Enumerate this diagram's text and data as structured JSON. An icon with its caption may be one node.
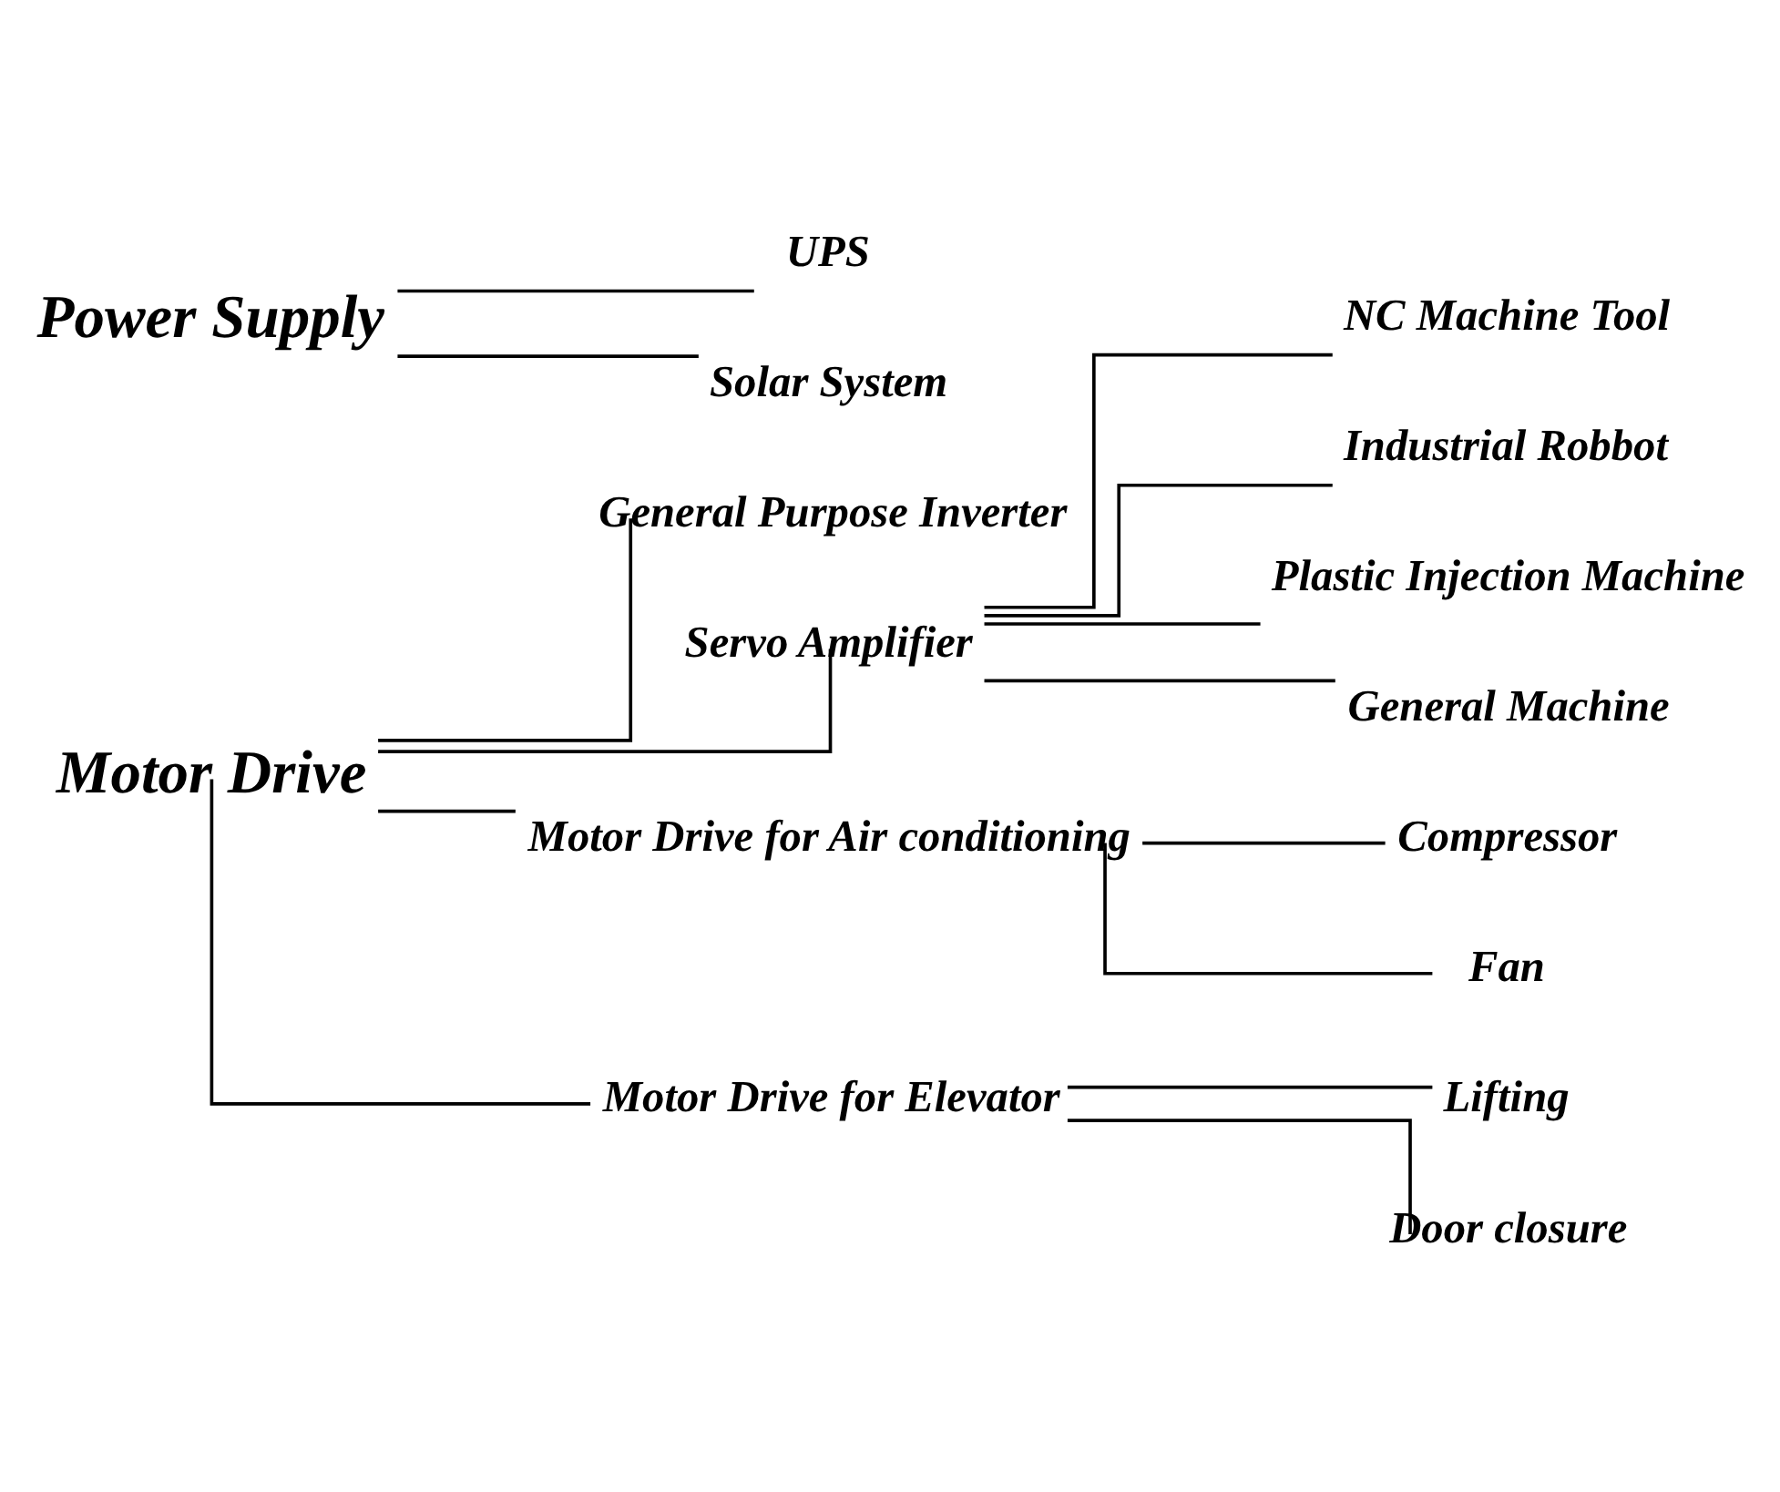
{
  "diagram": {
    "nodes": [
      {
        "text": [
          "Motor Drive"
        ]
      },
      {
        "text": [
          "General Purpose Inverter"
        ]
      },
      {
        "text": [
          "Servo Amplifier"
        ]
      },
      {
        "text": [
          "NC Machine Tool"
        ]
      },
      {
        "text": [
          "Industrial Robbot"
        ]
      },
      {
        "text": [
          "Plastic Injection Machine"
        ]
      },
      {
        "text": [
          "General Machine"
        ]
      },
      {
        "text": [
          "Motor Drive for Air conditioning"
        ]
      },
      {
        "text": [
          "Compressor"
        ]
      },
      {
        "text": [
          "Fan"
        ]
      },
      {
        "text": [
          "Motor Drive for Elevator"
        ]
      },
      {
        "text": [
          "Lifting"
        ]
      },
      {
        "text": [
          "Door closure"
        ]
      },
      {
        "text": [
          "Power Supply"
        ]
      },
      {
        "text": [
          "UPS"
        ]
      },
      {
        "text": [
          "Solar System"
        ]
      }
    ],
    "edges": [
      {
        "from": 0,
        "to": 1,
        "arrow": "none"
      },
      {
        "from": 0,
        "to": 2,
        "arrow": "none"
      },
      {
        "from": 0,
        "to": 7,
        "arrow": "none"
      },
      {
        "from": 0,
        "to": 10,
        "arrow": "none"
      },
      {
        "from": 2,
        "to": 3,
        "arrow": "none"
      },
      {
        "from": 2,
        "to": 4,
        "arrow": "none"
      },
      {
        "from": 2,
        "to": 5,
        "arrow": "none"
      },
      {
        "from": 2,
        "to": 6,
        "arrow": "none"
      },
      {
        "from": 7,
        "to": 8,
        "arrow": "none"
      },
      {
        "from": 7,
        "to": 9,
        "arrow": "none"
      },
      {
        "from": 10,
        "to": 11,
        "arrow": "none"
      },
      {
        "from": 10,
        "to": 12,
        "arrow": "none"
      },
      {
        "from": 13,
        "to": 14,
        "arrow": "none"
      },
      {
        "from": 13,
        "to": 15,
        "arrow": "none"
      }
    ]
  }
}
